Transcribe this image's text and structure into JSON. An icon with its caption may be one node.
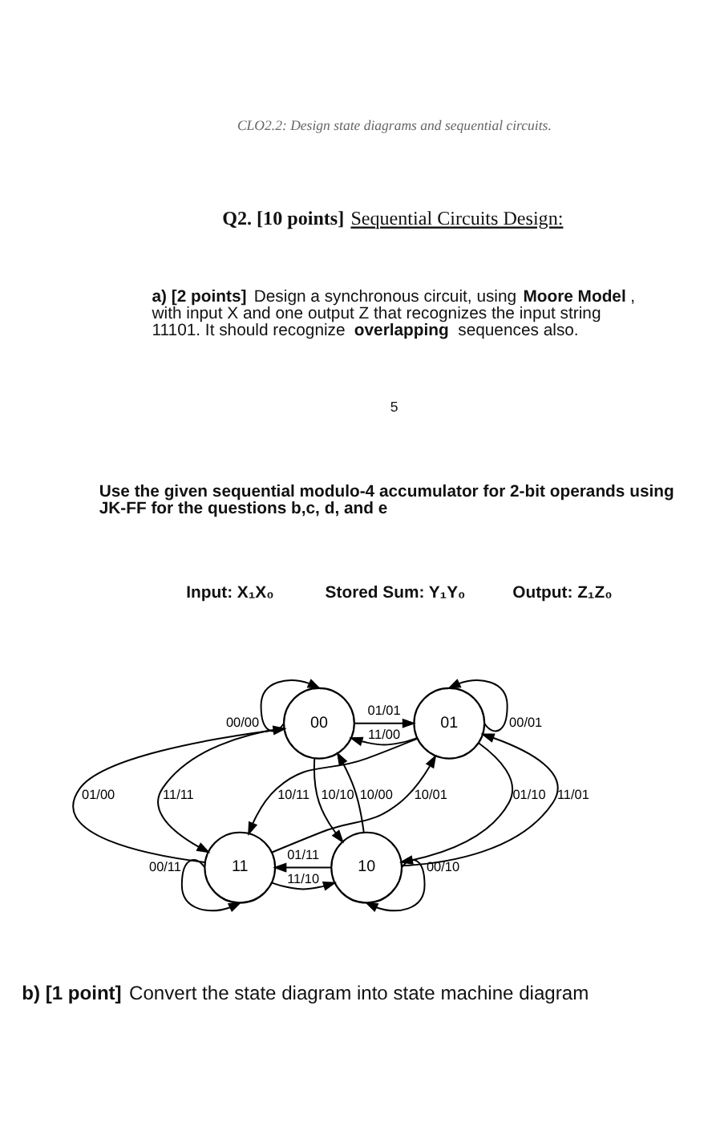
{
  "diagram": {
    "nodes": [
      {
        "text": [
          "00"
        ]
      },
      {
        "text": [
          "01"
        ]
      },
      {
        "text": [
          "11"
        ]
      },
      {
        "text": [
          "10"
        ]
      }
    ],
    "edges": [
      {
        "from": 0,
        "to": 0,
        "arrow": "to",
        "label": "00/00"
      },
      {
        "from": 0,
        "to": 1,
        "arrow": "to",
        "label": "01/01"
      },
      {
        "from": 1,
        "to": 0,
        "arrow": "to",
        "label": "11/00"
      },
      {
        "from": 1,
        "to": 1,
        "arrow": "to",
        "label": "00/01"
      },
      {
        "from": 2,
        "to": 0,
        "arrow": "to",
        "label": "01/00"
      },
      {
        "from": 0,
        "to": 2,
        "arrow": "to",
        "label": "11/11"
      },
      {
        "from": 0,
        "to": 3,
        "arrow": "to",
        "label": "10/10"
      },
      {
        "from": 1,
        "to": 2,
        "arrow": "to",
        "label": "10/11"
      },
      {
        "from": 1,
        "to": 3,
        "arrow": "to",
        "label": "01/10"
      },
      {
        "from": 3,
        "to": 1,
        "arrow": "to",
        "label": "11/01"
      },
      {
        "from": 2,
        "to": 1,
        "arrow": "to",
        "label": "10/01"
      },
      {
        "from": 3,
        "to": 0,
        "arrow": "to",
        "label": "10/00"
      },
      {
        "from": 3,
        "to": 2,
        "arrow": "to",
        "label": "01/11"
      },
      {
        "from": 2,
        "to": 3,
        "arrow": "to",
        "label": "11/10"
      },
      {
        "from": 2,
        "to": 2,
        "arrow": "to",
        "label": "00/11"
      },
      {
        "from": 3,
        "to": 3,
        "arrow": "to",
        "label": "00/10"
      }
    ],
    "labels": [
      "CLO2.2: Design state diagrams and sequential circuits.",
      "**Q2. [10 points]** Sequential Circuits Design:",
      "**a) [2 points]** Design a synchronous circuit, using **Moore Model**, with input X and one output Z that recognizes the input string 11101. It should recognize **overlapping** sequences also.",
      "5",
      "Use the given sequential modulo-4 accumulator for 2-bit operands using JK-FF for the questions b,c, d, and e",
      "Input: X₁X₀",
      "Stored Sum: Y₁Y₀",
      "Output: Z₁Z₀",
      "**b) [1 point]** Convert the state diagram into state machine diagram"
    ]
  }
}
